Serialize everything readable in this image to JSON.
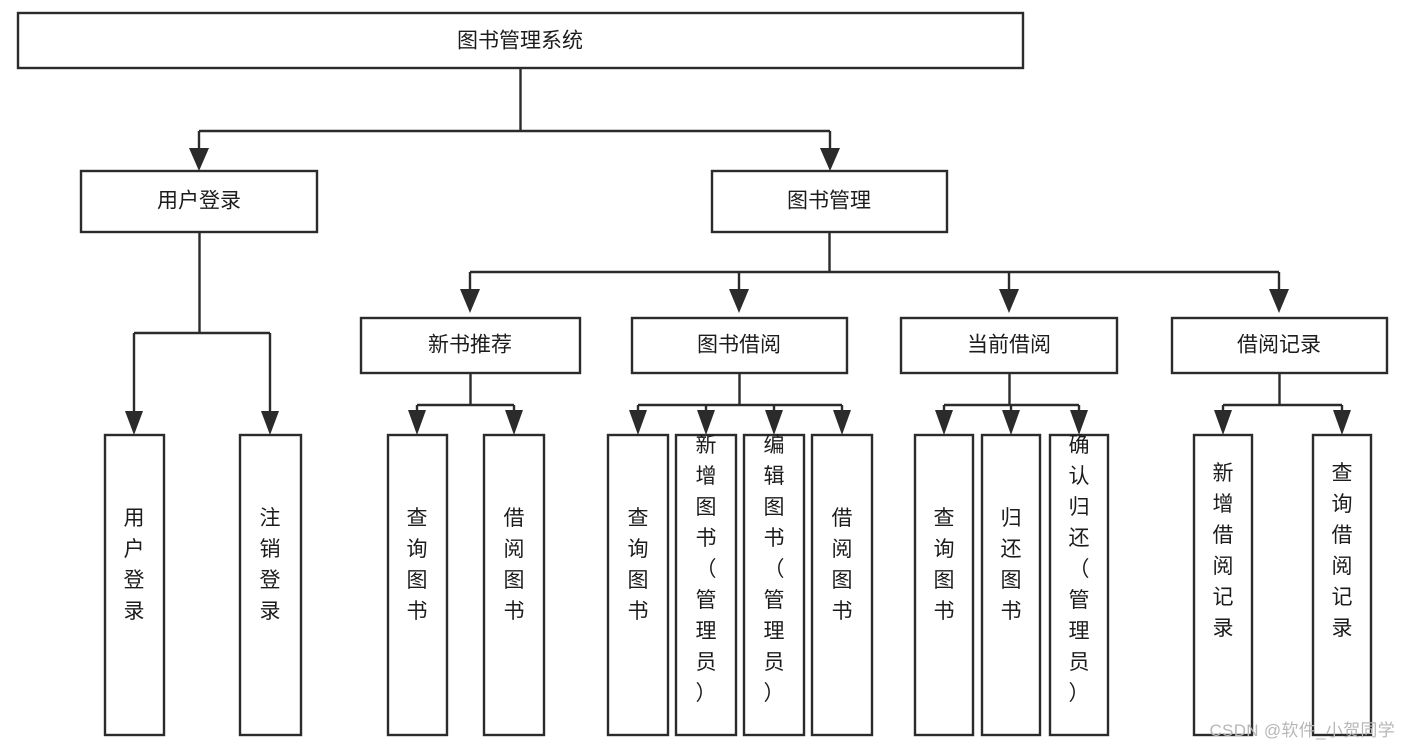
{
  "diagram": {
    "type": "tree-hierarchy-chart",
    "title": "图书管理系统",
    "orientation": "top-down",
    "accent_color": "#2b2b2b",
    "box_fill": "#ffffff",
    "levels": 4,
    "root": {
      "label": "图书管理系统",
      "level": 1,
      "text_orientation": "horizontal"
    },
    "level2": [
      {
        "label": "用户登录",
        "text_orientation": "horizontal"
      },
      {
        "label": "图书管理",
        "text_orientation": "horizontal"
      }
    ],
    "level3": [
      {
        "label": "新书推荐",
        "text_orientation": "horizontal",
        "parent": "图书管理"
      },
      {
        "label": "图书借阅",
        "text_orientation": "horizontal",
        "parent": "图书管理"
      },
      {
        "label": "当前借阅",
        "text_orientation": "horizontal",
        "parent": "图书管理"
      },
      {
        "label": "借阅记录",
        "text_orientation": "horizontal",
        "parent": "图书管理"
      }
    ],
    "leaves": {
      "user_login": [
        {
          "label": "用户登录",
          "text_orientation": "vertical"
        },
        {
          "label": "注销登录",
          "text_orientation": "vertical"
        }
      ],
      "new_book_recommend": [
        {
          "label": "查询图书",
          "text_orientation": "vertical"
        },
        {
          "label": "借阅图书",
          "text_orientation": "vertical"
        }
      ],
      "book_borrow": [
        {
          "label": "查询图书",
          "text_orientation": "vertical"
        },
        {
          "label": "新增图书（管理员）",
          "text_orientation": "vertical"
        },
        {
          "label": "编辑图书（管理员）",
          "text_orientation": "vertical"
        },
        {
          "label": "借阅图书",
          "text_orientation": "vertical"
        }
      ],
      "current_borrow": [
        {
          "label": "查询图书",
          "text_orientation": "vertical"
        },
        {
          "label": "归还图书",
          "text_orientation": "vertical"
        },
        {
          "label": "确认归还（管理员）",
          "text_orientation": "vertical"
        }
      ],
      "borrow_record": [
        {
          "label": "新增借阅记录",
          "text_orientation": "vertical"
        },
        {
          "label": "查询借阅记录",
          "text_orientation": "vertical"
        }
      ]
    }
  },
  "watermark": {
    "text": "CSDN @软件_小贺同学"
  }
}
